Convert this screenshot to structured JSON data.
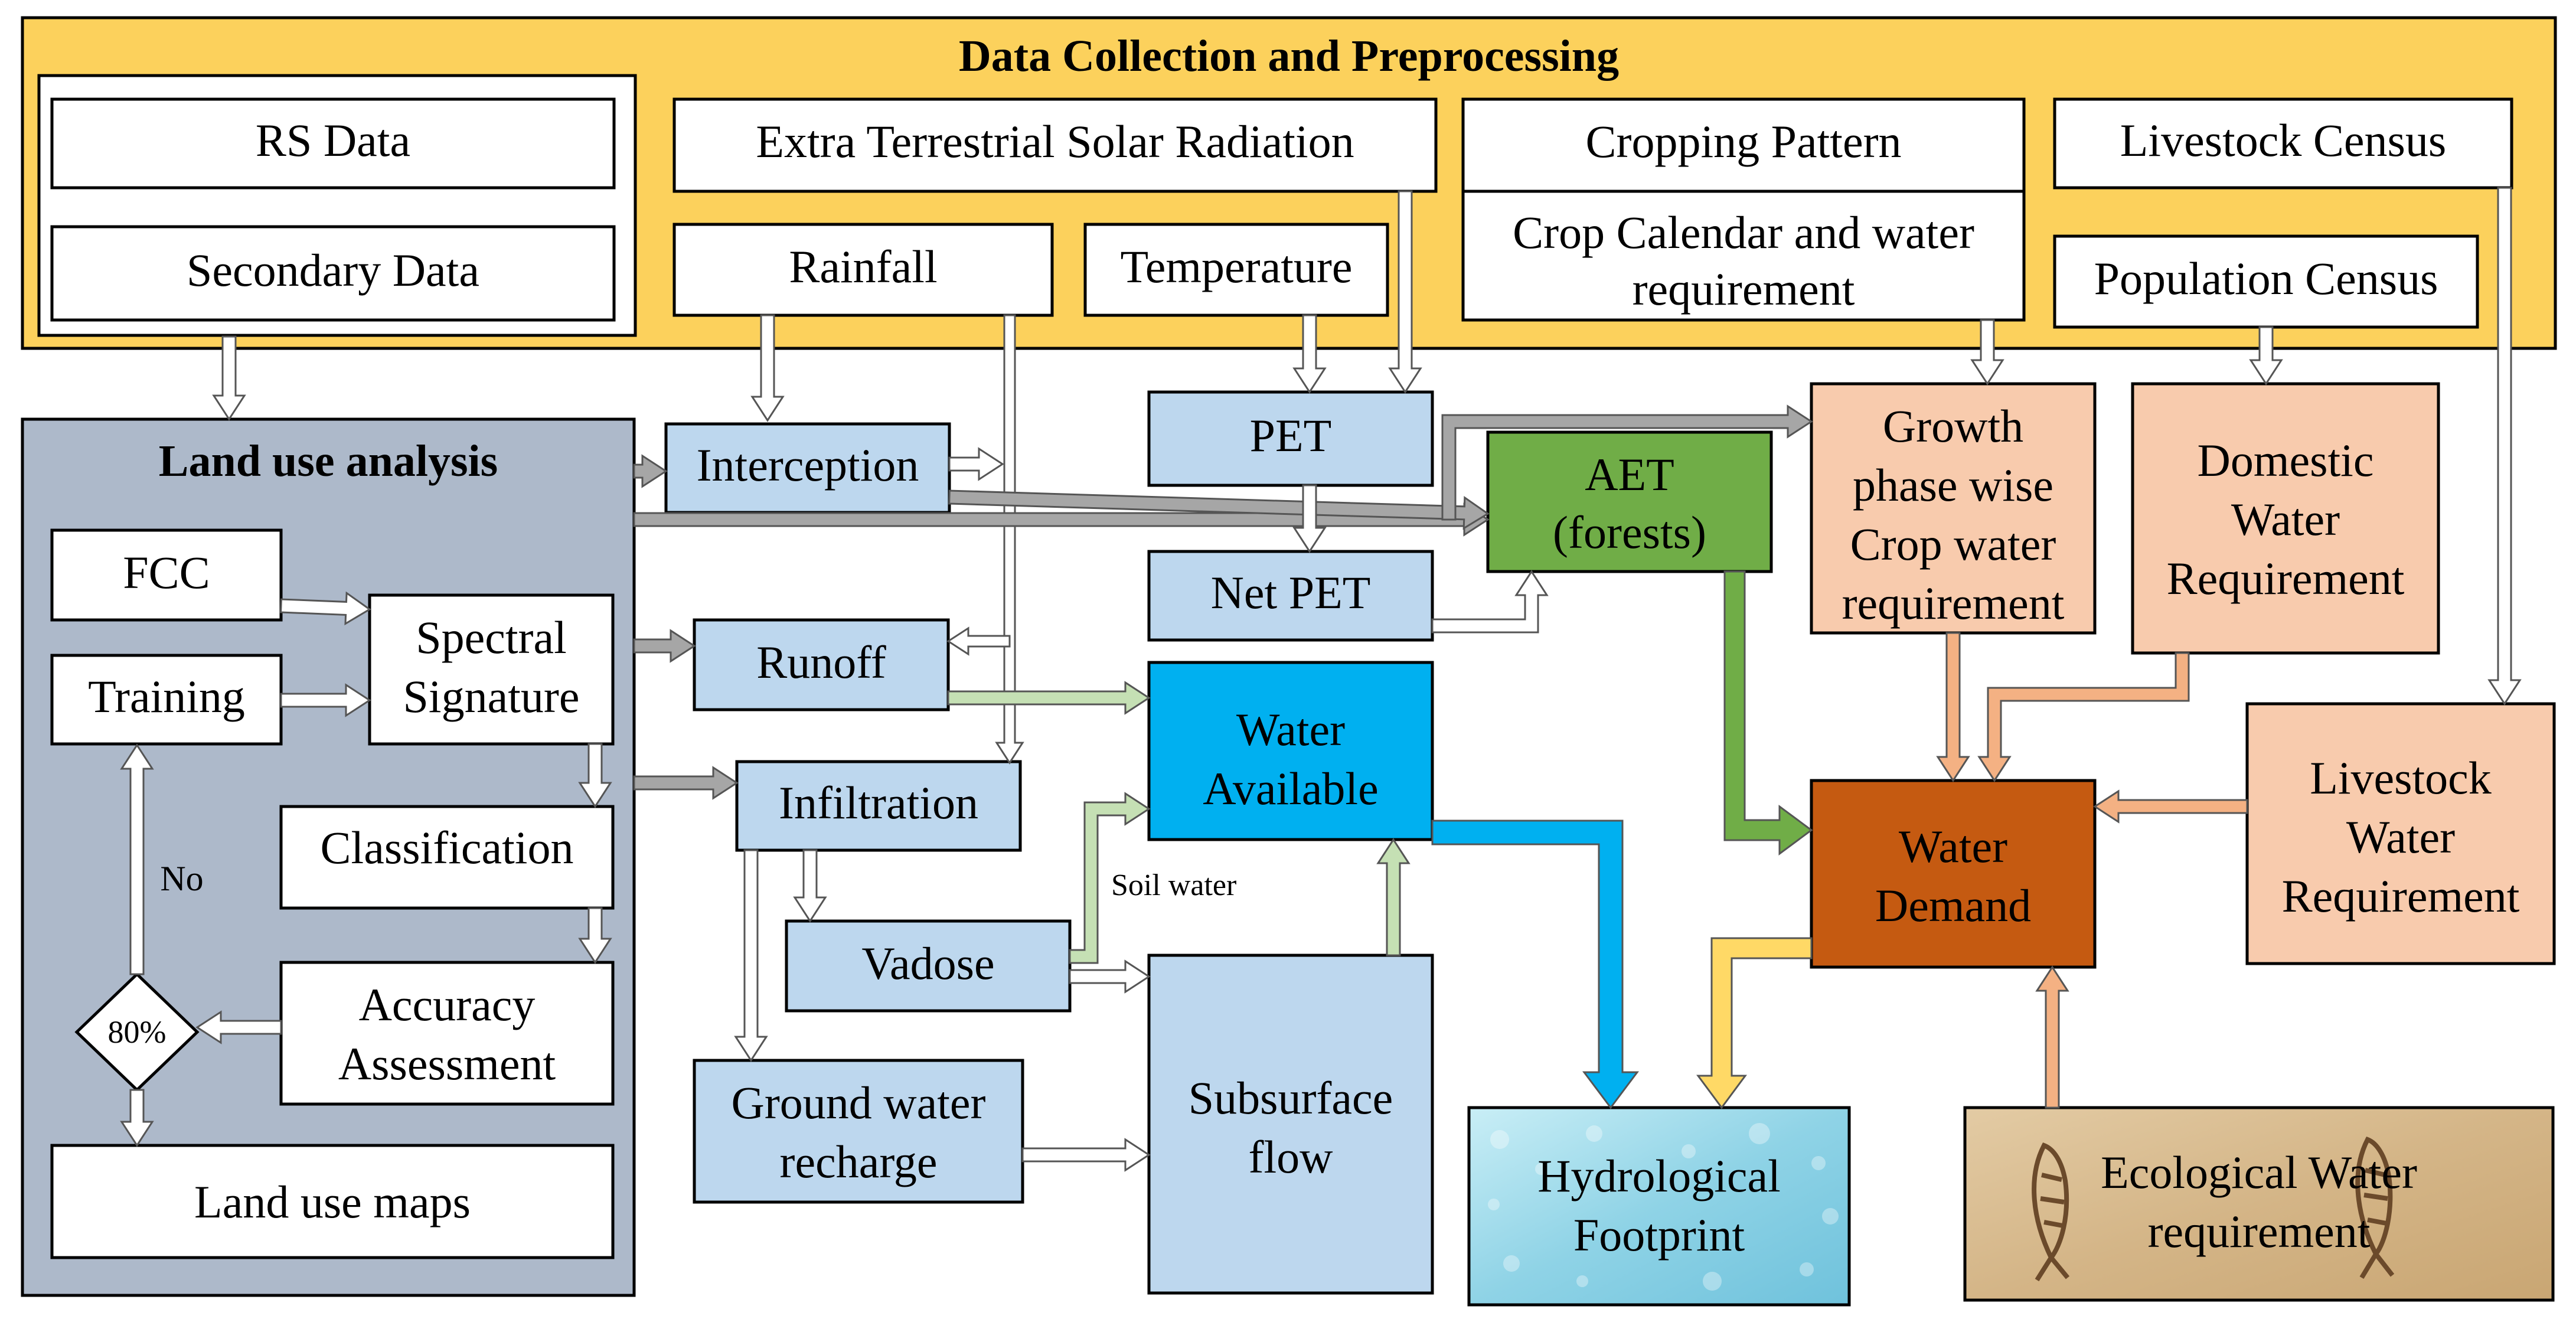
{
  "title": "Data Collection and Preprocessing",
  "colors": {
    "header_band": "#FCD15C",
    "land_use_panel": "#ADB9CA",
    "hydro_box": "#BDD7EE",
    "water_available": "#00B0F0",
    "aet": "#70AD47",
    "demand_box": "#F8CBAD",
    "water_demand": "#C55A11",
    "arrow_white": "#ffffff",
    "arrow_gray": "#A6A6A6",
    "arrow_green": "#C5E0B4",
    "arrow_peach": "#F4B183",
    "arrow_blue": "#00B0F0",
    "arrow_darkgreen": "#70AD47",
    "arrow_gold": "#FFD966"
  },
  "inputs": {
    "rs_data": "RS Data",
    "secondary_data": "Secondary Data",
    "solar_radiation": "Extra Terrestrial Solar Radiation",
    "rainfall": "Rainfall",
    "temperature": "Temperature",
    "cropping_pattern": "Cropping Pattern",
    "crop_calendar_1": "Crop Calendar and water",
    "crop_calendar_2": "requirement",
    "livestock_census": "Livestock Census",
    "population_census": "Population Census"
  },
  "land_use": {
    "title": "Land use analysis",
    "fcc": "FCC",
    "training": "Training",
    "spectral_1": "Spectral",
    "spectral_2": "Signature",
    "classification": "Classification",
    "accuracy_1": "Accuracy",
    "accuracy_2": "Assessment",
    "decision": "80%",
    "no_label": "No",
    "maps": "Land use maps"
  },
  "hydrology": {
    "interception": "Interception",
    "runoff": "Runoff",
    "infiltration": "Infiltration",
    "vadose": "Vadose",
    "gw_1": "Ground water",
    "gw_2": "recharge",
    "pet": "PET",
    "net_pet": "Net PET",
    "aet_1": "AET",
    "aet_2": "(forests)",
    "wa_1": "Water",
    "wa_2": "Available",
    "soil_water": "Soil water",
    "sub_1": "Subsurface",
    "sub_2": "flow"
  },
  "demand": {
    "crop_1": "Growth",
    "crop_2": "phase wise",
    "crop_3": "Crop water",
    "crop_4": "requirement",
    "dom_1": "Domestic",
    "dom_2": "Water",
    "dom_3": "Requirement",
    "live_1": "Livestock",
    "live_2": "Water",
    "live_3": "Requirement",
    "wd_1": "Water",
    "wd_2": "Demand",
    "eco_1": "Ecological Water",
    "eco_2": "requirement"
  },
  "outputs": {
    "hydro_1": "Hydrological",
    "hydro_2": "Footprint"
  }
}
